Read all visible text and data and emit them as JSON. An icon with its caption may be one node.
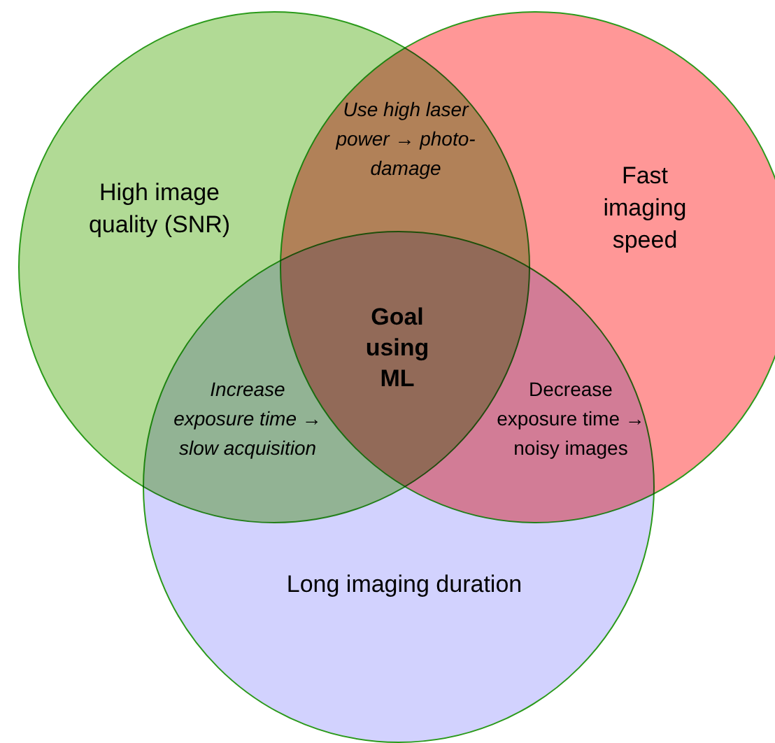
{
  "diagram": {
    "nodes": [
      {
        "text": [
          "High image quality (SNR)"
        ]
      },
      {
        "text": [
          "Fast imaging speed"
        ]
      },
      {
        "text": [
          "Long imaging duration"
        ]
      }
    ],
    "labels": [
      "Use high laser power → photo-damage",
      "Goal using ML",
      "Increase exposure time → slow acquisition",
      "Decrease exposure time → noisy images"
    ]
  }
}
